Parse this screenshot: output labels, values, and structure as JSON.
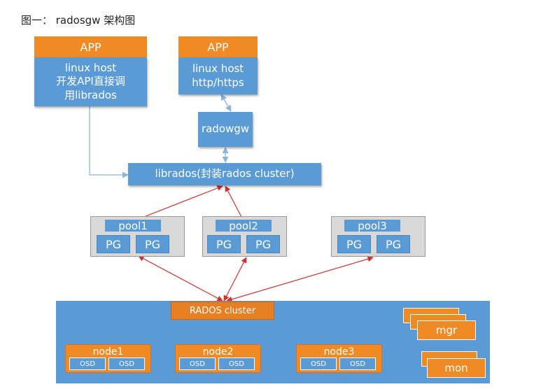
{
  "caption": "图一： radosgw 架构图",
  "app_left": {
    "header": "APP",
    "lines": [
      "linux host",
      "开发API直接调",
      "用librados"
    ]
  },
  "app_right": {
    "header": "APP",
    "lines": [
      "linux host",
      "http/https"
    ]
  },
  "radosgw": "radowgw",
  "librados": "librados(封装rados cluster)",
  "pools": [
    {
      "label": "pool1",
      "pgs": [
        "PG",
        "PG"
      ]
    },
    {
      "label": "pool2",
      "pgs": [
        "PG",
        "PG"
      ]
    },
    {
      "label": "pool3",
      "pgs": [
        "PG",
        "PG"
      ]
    }
  ],
  "cluster": {
    "label": "RADOS cluster",
    "nodes": [
      {
        "label": "node1",
        "osds": [
          "OSD",
          "OSD"
        ]
      },
      {
        "label": "node2",
        "osds": [
          "OSD",
          "OSD"
        ]
      },
      {
        "label": "node3",
        "osds": [
          "OSD",
          "OSD"
        ]
      }
    ],
    "mgr": "mgr",
    "mon": "mon"
  },
  "colors": {
    "blue": "#5b9bd5",
    "orange": "#f08a24",
    "rados_orange": "#e67e22",
    "pool_gray": "#d9d9d9",
    "arrow_red": "#d32f2f",
    "arrow_blue": "#8fb4dc"
  }
}
